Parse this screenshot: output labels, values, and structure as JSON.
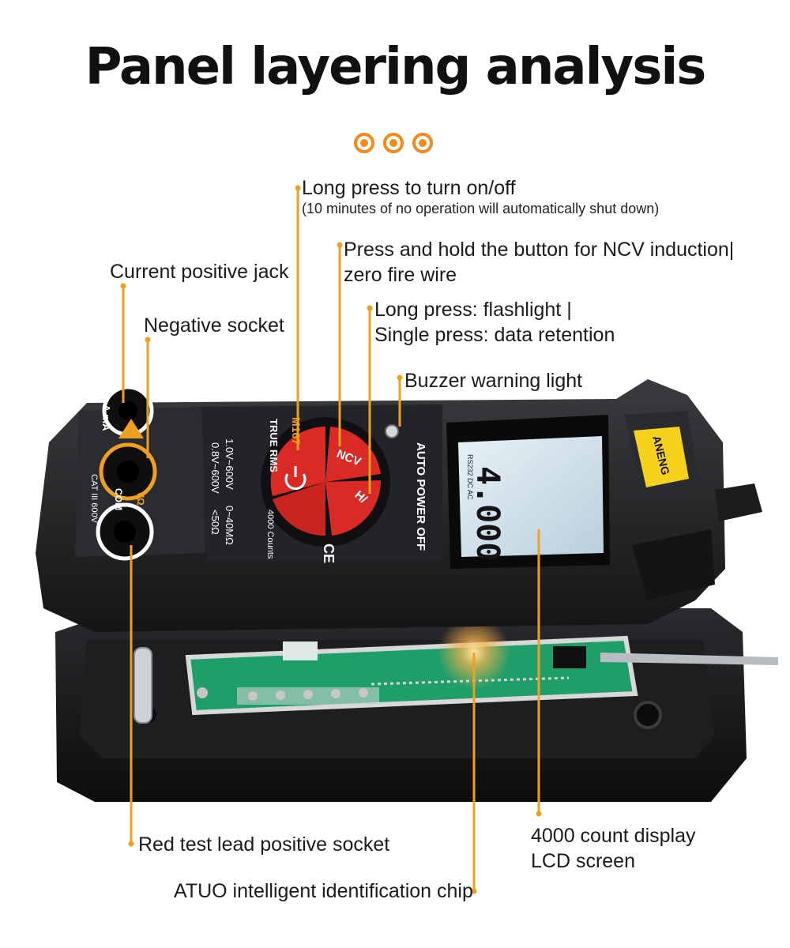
{
  "title": "Panel layering analysis",
  "callouts": {
    "power": "Long press to turn on/off",
    "power_note": "(10 minutes of no operation will automatically shut down)",
    "ncv_line1": "Press and hold the button for NCV induction|",
    "ncv_line2": "zero fire wire",
    "flash_line1": "Long press: flashlight |",
    "flash_line2": "Single press: data retention",
    "buzzer": "Buzzer warning light",
    "current_jack": "Current positive jack",
    "negative": "Negative socket",
    "red_lead": "Red test lead positive socket",
    "chip": "ATUO intelligent identification chip",
    "lcd_line1": "4000 count display",
    "lcd_line2": "LCD screen"
  },
  "device": {
    "brand": "ANENG",
    "model": "M167",
    "true_rms": "TRUE RMS",
    "auto_power_off": "AUTO POWER OFF",
    "counts": "4000 Counts",
    "ncv_button": "NCV",
    "hold_button": "H/",
    "jack_a": "A mA",
    "jack_com": "COM",
    "jack_v": "VΩ",
    "cat": "CAT III 600V",
    "spec_v1": "1.0V~600V",
    "spec_v2": "0.8V~600V",
    "spec_ohm": "0~40MΩ",
    "spec_cont": "<50Ω",
    "lcd_reading": "4.000",
    "lcd_top": "RS232 DC AC",
    "ce": "CE"
  },
  "colors": {
    "accent": "#f28a1d",
    "leader": "#f0a020",
    "button_red": "#d92a25",
    "pcb_green": "#1f9e6a"
  }
}
